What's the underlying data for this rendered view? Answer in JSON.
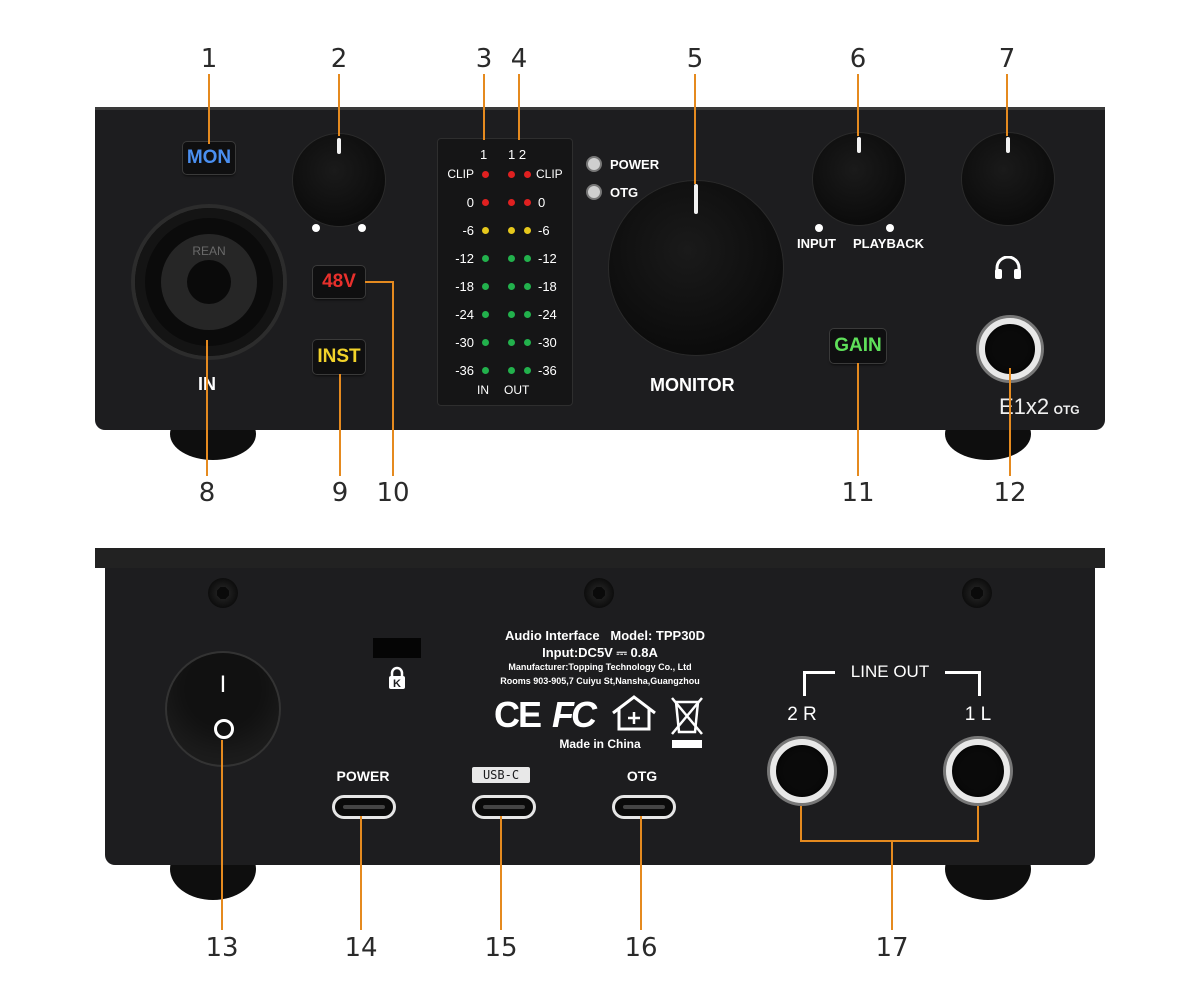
{
  "callouts_front": [
    "1",
    "2",
    "3",
    "4",
    "5",
    "6",
    "7",
    "8",
    "9",
    "10",
    "11",
    "12"
  ],
  "callouts_rear": [
    "13",
    "14",
    "15",
    "16",
    "17"
  ],
  "front": {
    "buttons": {
      "mon": "MON",
      "phantom": "48V",
      "inst": "INST",
      "gain": "GAIN"
    },
    "input_label": "IN",
    "xlr_brand": "REAN",
    "leds": {
      "power": "POWER",
      "otg": "OTG"
    },
    "monitor_label": "MONITOR",
    "knob_labels": {
      "input": "INPUT",
      "playback": "PLAYBACK"
    },
    "model": "E1x2",
    "model_suffix": "OTG",
    "meter": {
      "ch_in": "1",
      "ch_out": "1 2",
      "levels_left": [
        "CLIP",
        "0",
        "-6",
        "-12",
        "-18",
        "-24",
        "-30",
        "-36"
      ],
      "levels_right": [
        "CLIP",
        "0",
        "-6",
        "-12",
        "-18",
        "-24",
        "-30",
        "-36"
      ],
      "foot_in": "IN",
      "foot_out": "OUT"
    }
  },
  "rear": {
    "switch": {
      "on": "I",
      "off": "O"
    },
    "info": {
      "line1": "Audio Interface   Model: TPP30D",
      "line2": "Input:DC5V ⎓ 0.8A",
      "line3": "Manufacturer:Topping Technology Co., Ltd",
      "line4": "Rooms 903-905,7 Cuiyu St,Nansha,Guangzhou",
      "made_in": "Made in China"
    },
    "cert_marks": {
      "ce": "CE",
      "fc": "FC"
    },
    "ports": {
      "power": "POWER",
      "usbc": "USB-C",
      "otg": "OTG"
    },
    "line_out": {
      "title": "LINE OUT",
      "ch2": "2 R",
      "ch1": "1 L"
    }
  },
  "colors": {
    "callout_line": "#e58a1f",
    "panel": "#1d1d1f",
    "mon": "#4a8ff0",
    "phantom": "#e8302c",
    "inst": "#f2d32a",
    "gain": "#5fe05a",
    "led_red": "#e02020",
    "led_yellow": "#e6c81c",
    "led_green": "#22b14c"
  },
  "icons": [
    "headphones-icon",
    "kensington-lock-icon",
    "ce-mark-icon",
    "fcc-mark-icon",
    "house-icon",
    "weee-bin-icon"
  ]
}
